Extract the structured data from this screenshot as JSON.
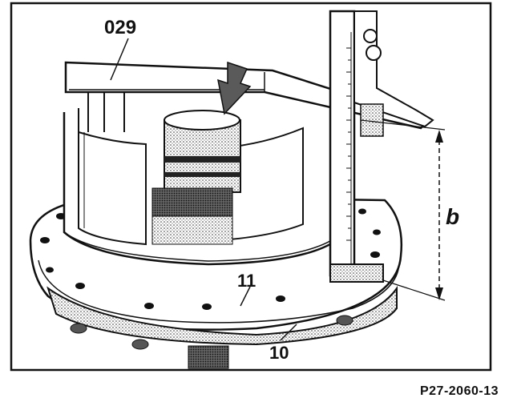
{
  "callouts": {
    "tool": "029",
    "inner_ring": "11",
    "outer_ring": "10",
    "dimension": "b"
  },
  "figure_ref": "P27-2060-13",
  "colors": {
    "ink": "#111111",
    "paper": "#ffffff",
    "shade": "#5a5a5a"
  }
}
